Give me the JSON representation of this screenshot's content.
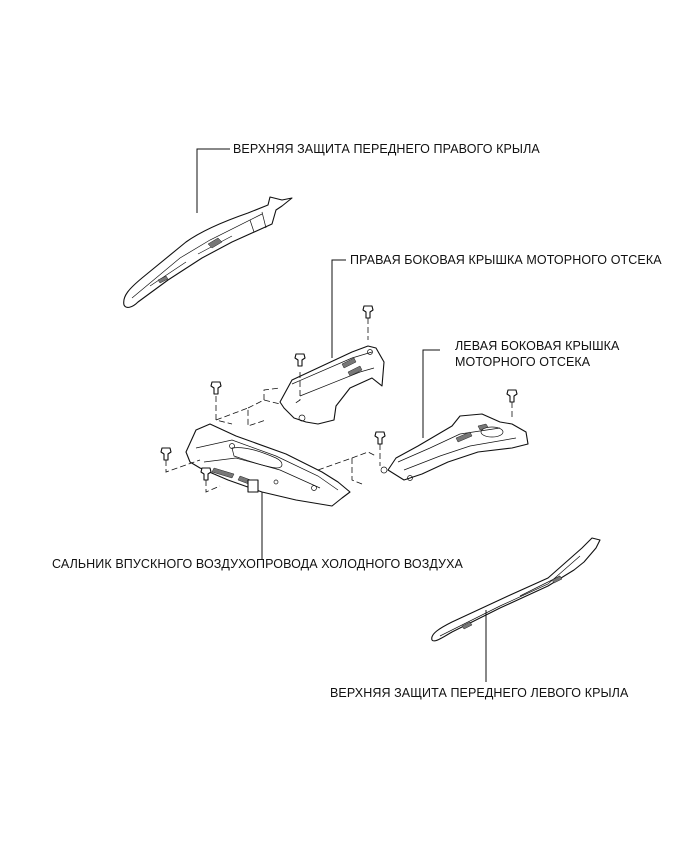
{
  "labels": {
    "right_fender_upper": "ВЕРХНЯЯ ЗАЩИТА ПЕРЕДНЕГО ПРАВОГО КРЫЛА",
    "right_engine_cover": "ПРАВАЯ БОКОВАЯ КРЫШКА МОТОРНОГО ОТСЕКА",
    "left_engine_cover_line1": "ЛЕВАЯ БОКОВАЯ КРЫШКА",
    "left_engine_cover_line2": "МОТОРНОГО ОТСЕКА",
    "cold_air_seal": "САЛЬНИК ВПУСКНОГО ВОЗДУХОПРОВОДА ХОЛОДНОГО ВОЗДУХА",
    "left_fender_upper": "ВЕРХНЯЯ ЗАЩИТА ПЕРЕДНЕГО ЛЕВОГО КРЫЛА"
  }
}
